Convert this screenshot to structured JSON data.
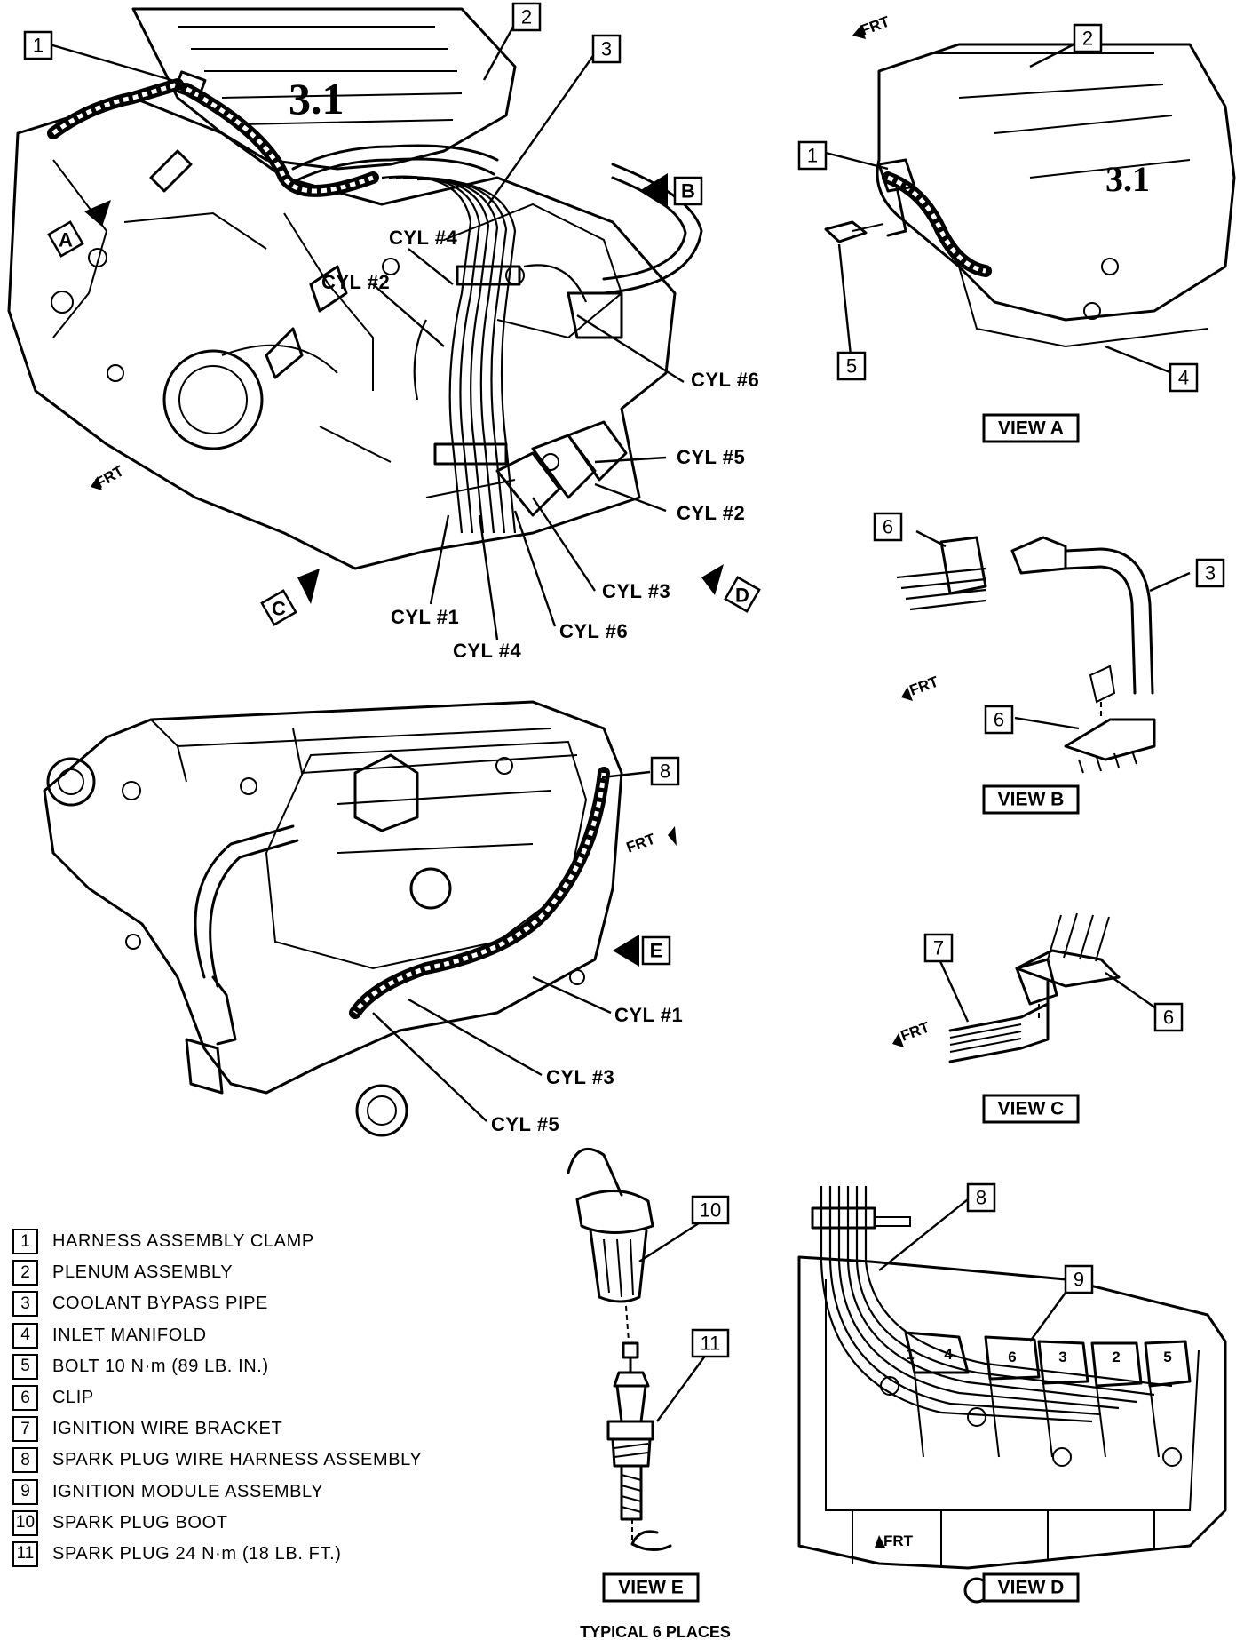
{
  "callouts": [
    "1",
    "2",
    "3",
    "4",
    "5",
    "6",
    "7",
    "8",
    "9",
    "10",
    "11"
  ],
  "views": {
    "A": "VIEW A",
    "B": "VIEW B",
    "C": "VIEW C",
    "D": "VIEW D",
    "E": "VIEW E"
  },
  "direction_letters": [
    "A",
    "B",
    "C",
    "D",
    "E"
  ],
  "frt": "FRT",
  "cylinders": {
    "c1": "CYL #1",
    "c2": "CYL #2",
    "c3": "CYL #3",
    "c4": "CYL #4",
    "c5": "CYL #5",
    "c6": "CYL #6"
  },
  "coil_numbers": [
    "1",
    "4",
    "6",
    "3",
    "2",
    "5"
  ],
  "engine_badge": "3.1",
  "typical": "TYPICAL 6 PLACES",
  "legend": [
    {
      "num": "1",
      "text": "HARNESS ASSEMBLY CLAMP"
    },
    {
      "num": "2",
      "text": "PLENUM ASSEMBLY"
    },
    {
      "num": "3",
      "text": "COOLANT BYPASS PIPE"
    },
    {
      "num": "4",
      "text": "INLET MANIFOLD"
    },
    {
      "num": "5",
      "text": "BOLT 10 N·m (89 LB. IN.)"
    },
    {
      "num": "6",
      "text": "CLIP"
    },
    {
      "num": "7",
      "text": "IGNITION WIRE BRACKET"
    },
    {
      "num": "8",
      "text": "SPARK PLUG WIRE HARNESS ASSEMBLY"
    },
    {
      "num": "9",
      "text": "IGNITION MODULE ASSEMBLY"
    },
    {
      "num": "10",
      "text": "SPARK PLUG BOOT"
    },
    {
      "num": "11",
      "text": "SPARK PLUG 24 N·m (18 LB. FT.)"
    }
  ]
}
